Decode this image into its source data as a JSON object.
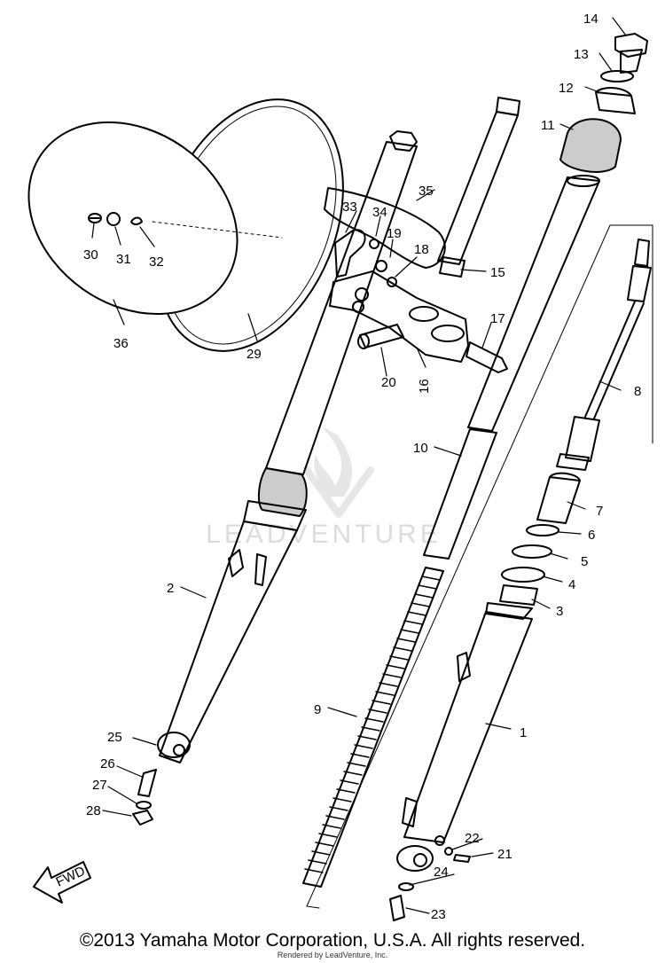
{
  "diagram": {
    "watermark": "LEADVENTURE",
    "fwd_label": "FWD",
    "part_labels": {
      "p1": "1",
      "p2": "2",
      "p3": "3",
      "p4": "4",
      "p5": "5",
      "p6": "6",
      "p7": "7",
      "p8": "8",
      "p9": "9",
      "p10": "10",
      "p11": "11",
      "p12": "12",
      "p13": "13",
      "p14": "14",
      "p15": "15",
      "p16": "16",
      "p17": "17",
      "p18": "18",
      "p19": "19",
      "p20": "20",
      "p21": "21",
      "p22": "22",
      "p23": "23",
      "p24": "24",
      "p25": "25",
      "p26": "26",
      "p27": "27",
      "p28": "28",
      "p29": "29",
      "p30": "30",
      "p31": "31",
      "p32": "32",
      "p33": "33",
      "p34": "34",
      "p35": "35",
      "p36": "36"
    }
  },
  "footer": {
    "copyright": "©2013 Yamaha Motor Corporation, U.S.A. All rights reserved.",
    "rendered_by": "Rendered by LeadVenture, Inc."
  }
}
